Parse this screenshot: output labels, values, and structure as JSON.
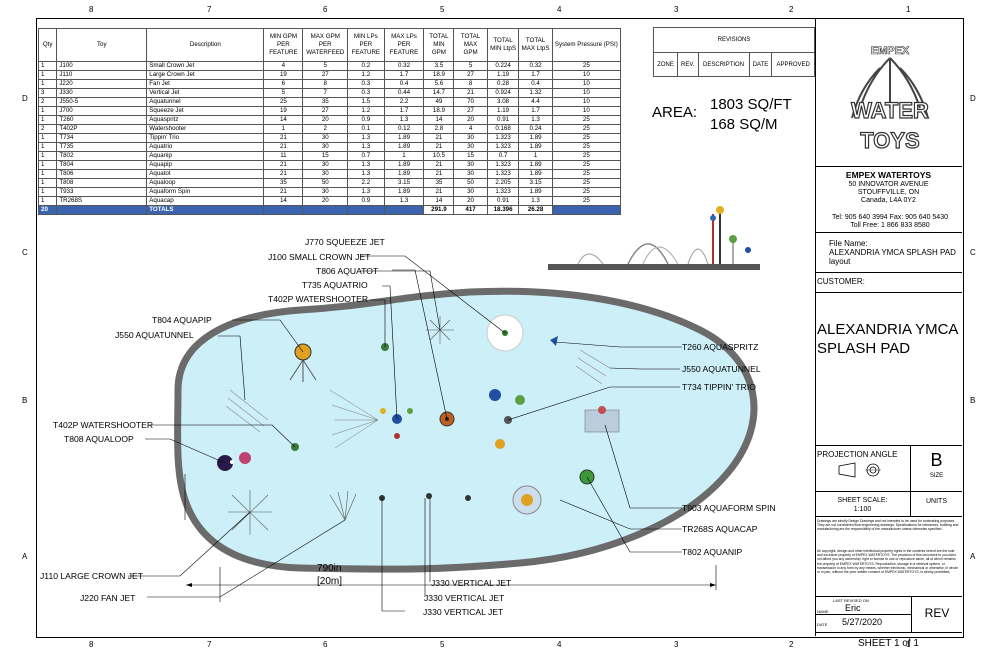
{
  "border_zones": {
    "top": [
      "8",
      "7",
      "6",
      "5",
      "4",
      "3",
      "2",
      "1"
    ],
    "bottom": [
      "8",
      "7",
      "6",
      "5",
      "4",
      "3",
      "2",
      "1"
    ],
    "side": [
      "D",
      "C",
      "B",
      "A"
    ]
  },
  "bom": {
    "headers": [
      "Qty",
      "Toy",
      "Description",
      "MIN GPM PER FEATURE",
      "MAX GPM PER WATERFEED",
      "MIN LPs PER FEATURE",
      "MAX LPs PER FEATURE",
      "TOTAL MIN GPM",
      "TOTAL MAX GPM",
      "TOTAL MIN LtpS",
      "TOTAL MAX LtpS",
      "System Pressure (PSI)"
    ],
    "rows": [
      [
        "1",
        "J100",
        "Small Crown Jet",
        "4",
        "5",
        "0.2",
        "0.32",
        "3.5",
        "5",
        "0.224",
        "0.32",
        "25"
      ],
      [
        "1",
        "J110",
        "Large Crown Jet",
        "19",
        "27",
        "1.2",
        "1.7",
        "18.9",
        "27",
        "1.19",
        "1.7",
        "10"
      ],
      [
        "1",
        "J220",
        "Fan Jet",
        "6",
        "8",
        "0.3",
        "0.4",
        "5.6",
        "8",
        "0.28",
        "0.4",
        "10"
      ],
      [
        "3",
        "J330",
        "Vertical Jet",
        "5",
        "7",
        "0.3",
        "0.44",
        "14.7",
        "21",
        "0.924",
        "1.32",
        "10"
      ],
      [
        "2",
        "J550-5",
        "Aquatunnel",
        "25",
        "35",
        "1.5",
        "2.2",
        "49",
        "70",
        "3.08",
        "4.4",
        "10"
      ],
      [
        "1",
        "J700",
        "Squeeze Jet",
        "19",
        "27",
        "1.2",
        "1.7",
        "18.9",
        "27",
        "1.19",
        "1.7",
        "10"
      ],
      [
        "1",
        "T260",
        "Aquaspritz",
        "14",
        "20",
        "0.9",
        "1.3",
        "14",
        "20",
        "0.91",
        "1.3",
        "25"
      ],
      [
        "2",
        "T402P",
        "Watershooter",
        "1",
        "2",
        "0.1",
        "0.12",
        "2.8",
        "4",
        "0.168",
        "0.24",
        "25"
      ],
      [
        "1",
        "T734",
        "Tippin' Trio",
        "21",
        "30",
        "1.3",
        "1.89",
        "21",
        "30",
        "1.323",
        "1.89",
        "25"
      ],
      [
        "1",
        "T735",
        "Aquatrio",
        "21",
        "30",
        "1.3",
        "1.89",
        "21",
        "30",
        "1.323",
        "1.89",
        "25"
      ],
      [
        "1",
        "T802",
        "Aquanip",
        "11",
        "15",
        "0.7",
        "1",
        "10.5",
        "15",
        "0.7",
        "1",
        "25"
      ],
      [
        "1",
        "T804",
        "Aquapip",
        "21",
        "30",
        "1.3",
        "1.89",
        "21",
        "30",
        "1.323",
        "1.89",
        "25"
      ],
      [
        "1",
        "T806",
        "Aquatot",
        "21",
        "30",
        "1.3",
        "1.89",
        "21",
        "30",
        "1.323",
        "1.89",
        "25"
      ],
      [
        "1",
        "T808",
        "Aqualoop",
        "35",
        "50",
        "2.2",
        "3.15",
        "35",
        "50",
        "2.205",
        "3.15",
        "25"
      ],
      [
        "1",
        "T933",
        "Aquaform Spin",
        "21",
        "30",
        "1.3",
        "1.89",
        "21",
        "30",
        "1.323",
        "1.89",
        "25"
      ],
      [
        "1",
        "TR268S",
        "Aquacap",
        "14",
        "20",
        "0.9",
        "1.3",
        "14",
        "20",
        "0.91",
        "1.3",
        "25"
      ]
    ],
    "totals": {
      "qty": "20",
      "label": "TOTALS",
      "min_gpm": "291.9",
      "max_gpm": "417",
      "min_lps": "18.396",
      "max_lps": "26.28"
    }
  },
  "revisions": {
    "title": "REVISIONS",
    "cols": [
      "ZONE",
      "REV.",
      "DESCRIPTION",
      "DATE",
      "APPROVED"
    ]
  },
  "area": {
    "label": "AREA:",
    "sqft": "1803 SQ/FT",
    "sqm": "168 SQ/M"
  },
  "company": {
    "logo_top": "EMPEX",
    "logo_mid": "WATER",
    "logo_bot": "TOYS",
    "name": "EMPEX WATERTOYS",
    "addr1": "50 INNOVATOR AVENUE",
    "addr2": "STOUFFVILLE, ON",
    "addr3": "Canada, L4A 0Y2",
    "tel": "Tel: 905 640 3994  Fax: 905 640 5430",
    "tollfree": "Toll Free: 1 866 833 8580"
  },
  "file": {
    "label": "File Name:",
    "name": "ALEXANDRIA YMCA SPLASH PAD layout"
  },
  "customer": {
    "label": "CUSTOMER:",
    "name_line1": "ALEXANDRIA YMCA",
    "name_line2": "SPLASH PAD"
  },
  "projection": {
    "label": "PROJECTION ANGLE",
    "size_letter": "B",
    "size_label": "SIZE"
  },
  "scale": {
    "label": "SHEET SCALE:",
    "value": "1:100",
    "units": "UNITS"
  },
  "disclaimer1": "Drawings are strictly Design Drawings and not intended to be used for toolmaking purposes. They are not considered final engineering drawings. Specifications for tolerances, building and manufacturing are the responsibility of the manufacturer unless otherwise specified.",
  "disclaimer2": "All copyright, design and other intellectual property rights in the contents hereof are the sole and exclusive property of EMPEX WATERTOYS. The provision of this document to you does not afford you any ownership, right or license to use or reproduce same, all of which remains the property of EMPEX WATERTOYS. Reproduction, storage in a retrieval system, or transmission in any form by any means, whether electronic, mechanical or otherwise, in whole or in part, without the prior written consent of EMPEX WATERTOYS, is strictly prohibited.",
  "revision_block": {
    "last_revised": "LAST REVISED ON",
    "name_label": "NAME",
    "name": "Eric",
    "date_label": "DATE",
    "date": "5/27/2020",
    "rev": "REV"
  },
  "sheet": "SHEET 1 of 1",
  "dimension": {
    "imperial": "790in",
    "metric": "[20m]"
  },
  "callouts": {
    "j770": "J770 SQUEEZE JET",
    "j100": "J100 SMALL CROWN JET",
    "t806": "T806 AQUATOT",
    "t735": "T735 AQUATRIO",
    "t402_top": "T402P WATERSHOOTER",
    "t804": "T804 AQUAPIP",
    "j550_left": "J550 AQUATUNNEL",
    "t402_left": "T402P WATERSHOOTER",
    "t808": "T808 AQUALOOP",
    "j110": "J110 LARGE CROWN JET",
    "j220": "J220 FAN JET",
    "j330a": "J330 VERTICAL JET",
    "j330b": "J330 VERTICAL JET",
    "j330c": "J330 VERTICAL JET",
    "t260": "T260 AQUASPRITZ",
    "j550_right": "J550 AQUATUNNEL",
    "t734": "T734 TIPPIN' TRIO",
    "t903": "T903 AQUAFORM SPIN",
    "tr268": "TR268S AQUACAP",
    "t802": "T802 AQUANIP"
  },
  "colors": {
    "pool_fill": "#cdeff8",
    "pool_border": "#6b6b6b",
    "header_blue": "#3a64b0"
  }
}
